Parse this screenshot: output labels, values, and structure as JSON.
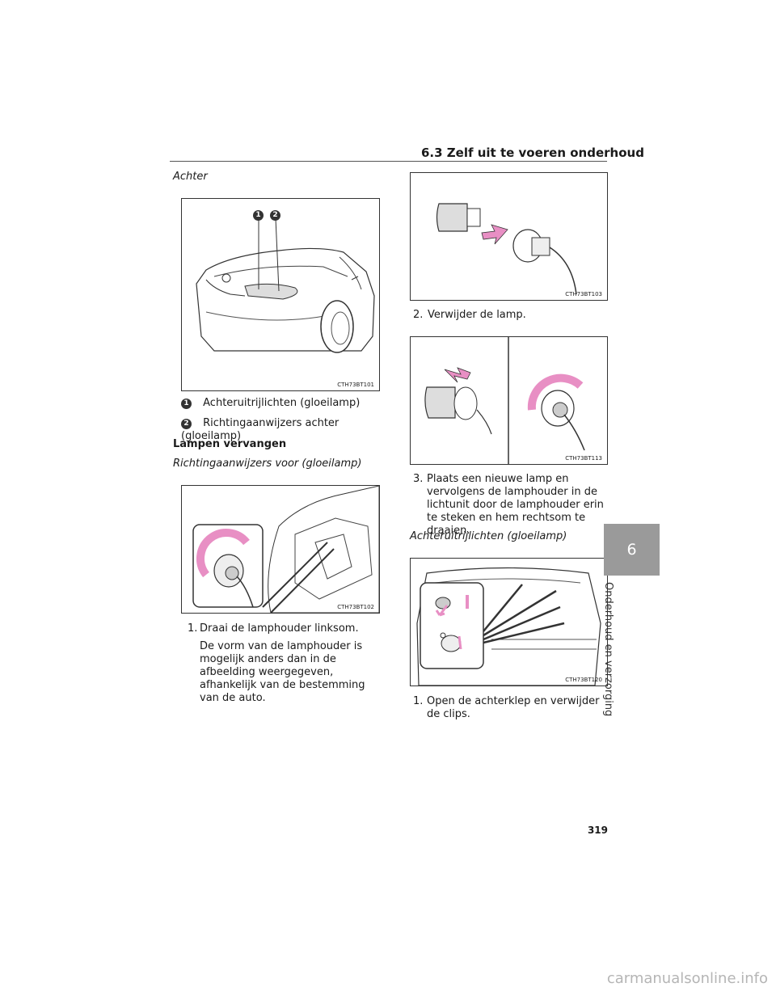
{
  "header": {
    "title": "6.3 Zelf uit te voeren onderhoud"
  },
  "left": {
    "heading_rear": "Achter",
    "fig1_code": "CTH73BT101",
    "fig1_markers": [
      "1",
      "2"
    ],
    "legend": [
      {
        "num": "1",
        "text": "Achteruitrijlichten (gloeilamp)"
      },
      {
        "num": "2",
        "text": "Richtingaanwijzers achter (gloeilamp)"
      }
    ],
    "section_title": "Lampen vervangen",
    "subheading_front": "Richtingaanwijzers voor (gloeilamp)",
    "fig2_code": "CTH73BT102",
    "step1_num": "1.",
    "step1_text": "Draai de lamphouder linksom.",
    "step1_note": "De vorm van de lamphouder is mogelijk anders dan in de afbeelding weergegeven, afhankelijk van de bestemming van de auto."
  },
  "right": {
    "fig3_code": "CTH73BT103",
    "step2_num": "2.",
    "step2_text": "Verwijder de lamp.",
    "fig4_code": "CTH73BT113",
    "step3_num": "3.",
    "step3_text": "Plaats een nieuwe lamp en vervolgens de lamphouder in de lichtunit door de lamphouder erin te steken en hem rechtsom te draaien.",
    "subheading_reverse": "Achteruitrijlichten (gloeilamp)",
    "fig5_code": "CTH73BT120",
    "step4_num": "1.",
    "step4_text": "Open de achterklep en verwijder de clips."
  },
  "sidebar": {
    "chapter_number": "6",
    "chapter_label": "Onderhoud en verzorging"
  },
  "footer": {
    "page_number": "319",
    "watermark": "carmanualsonline.info"
  },
  "colors": {
    "accent_pink": "#e88fc4",
    "tab_gray": "#9a9a9a"
  }
}
